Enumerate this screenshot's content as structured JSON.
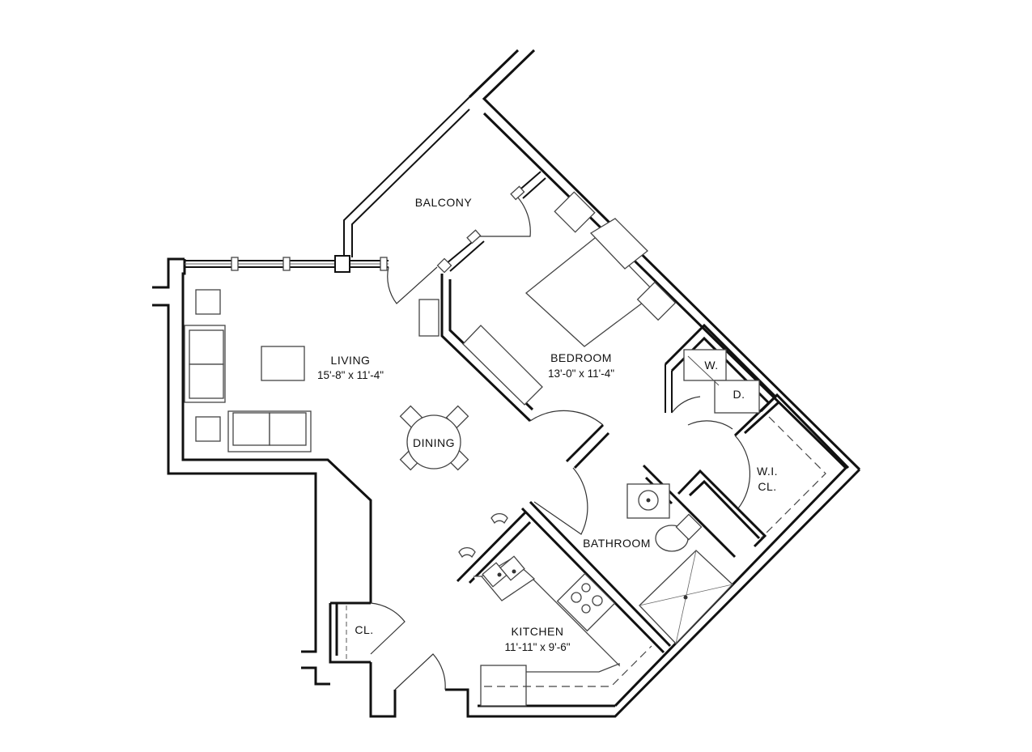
{
  "rooms": {
    "balcony": {
      "name": "BALCONY"
    },
    "living": {
      "name": "LIVING",
      "size": "15'-8\" x 11'-4\""
    },
    "bedroom": {
      "name": "BEDROOM",
      "size": "13'-0\" x 11'-4\""
    },
    "dining": {
      "name": "DINING"
    },
    "washer": {
      "name": "W."
    },
    "dryer": {
      "name": "D."
    },
    "walk_in_closet": {
      "line1": "W.I.",
      "line2": "CL."
    },
    "bathroom": {
      "name": "BATHROOM"
    },
    "kitchen": {
      "name": "KITCHEN",
      "size": "11'-11\" x 9'-6\""
    },
    "closet": {
      "name": "CL."
    }
  }
}
